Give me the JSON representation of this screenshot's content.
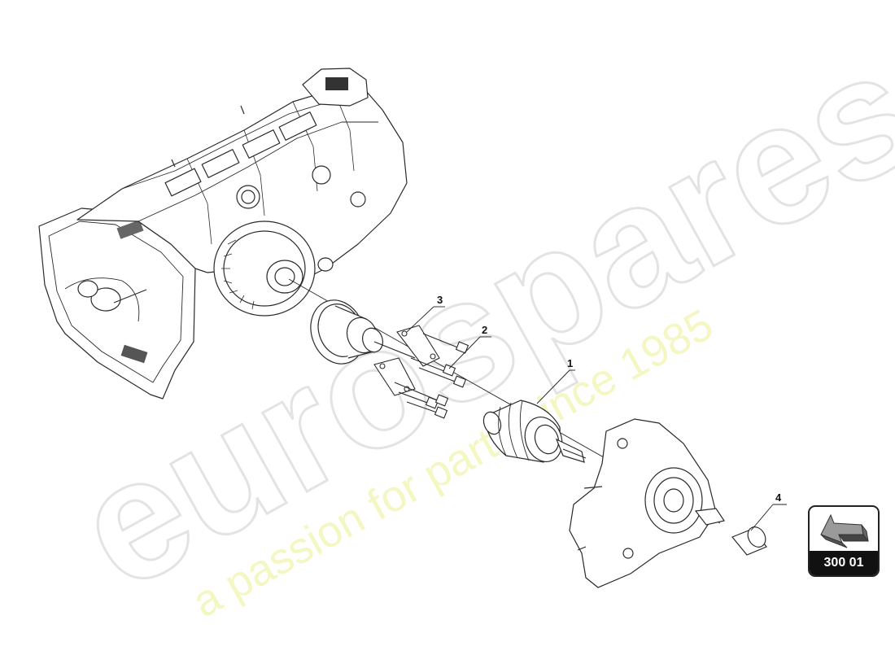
{
  "watermark": {
    "brand": "eurospares",
    "tagline": "a passion for parts since 1985"
  },
  "callouts": [
    "1",
    "2",
    "3",
    "4"
  ],
  "page_ref": {
    "code": "300 01",
    "icon": "arrow-pointer-icon"
  },
  "colors": {
    "line": "#2a2a2a",
    "watermark_brand": "#e6e6e6",
    "watermark_tagline": "#eef28a",
    "badge_fill": "#111111",
    "badge_arrow": "#9a9a9a"
  }
}
